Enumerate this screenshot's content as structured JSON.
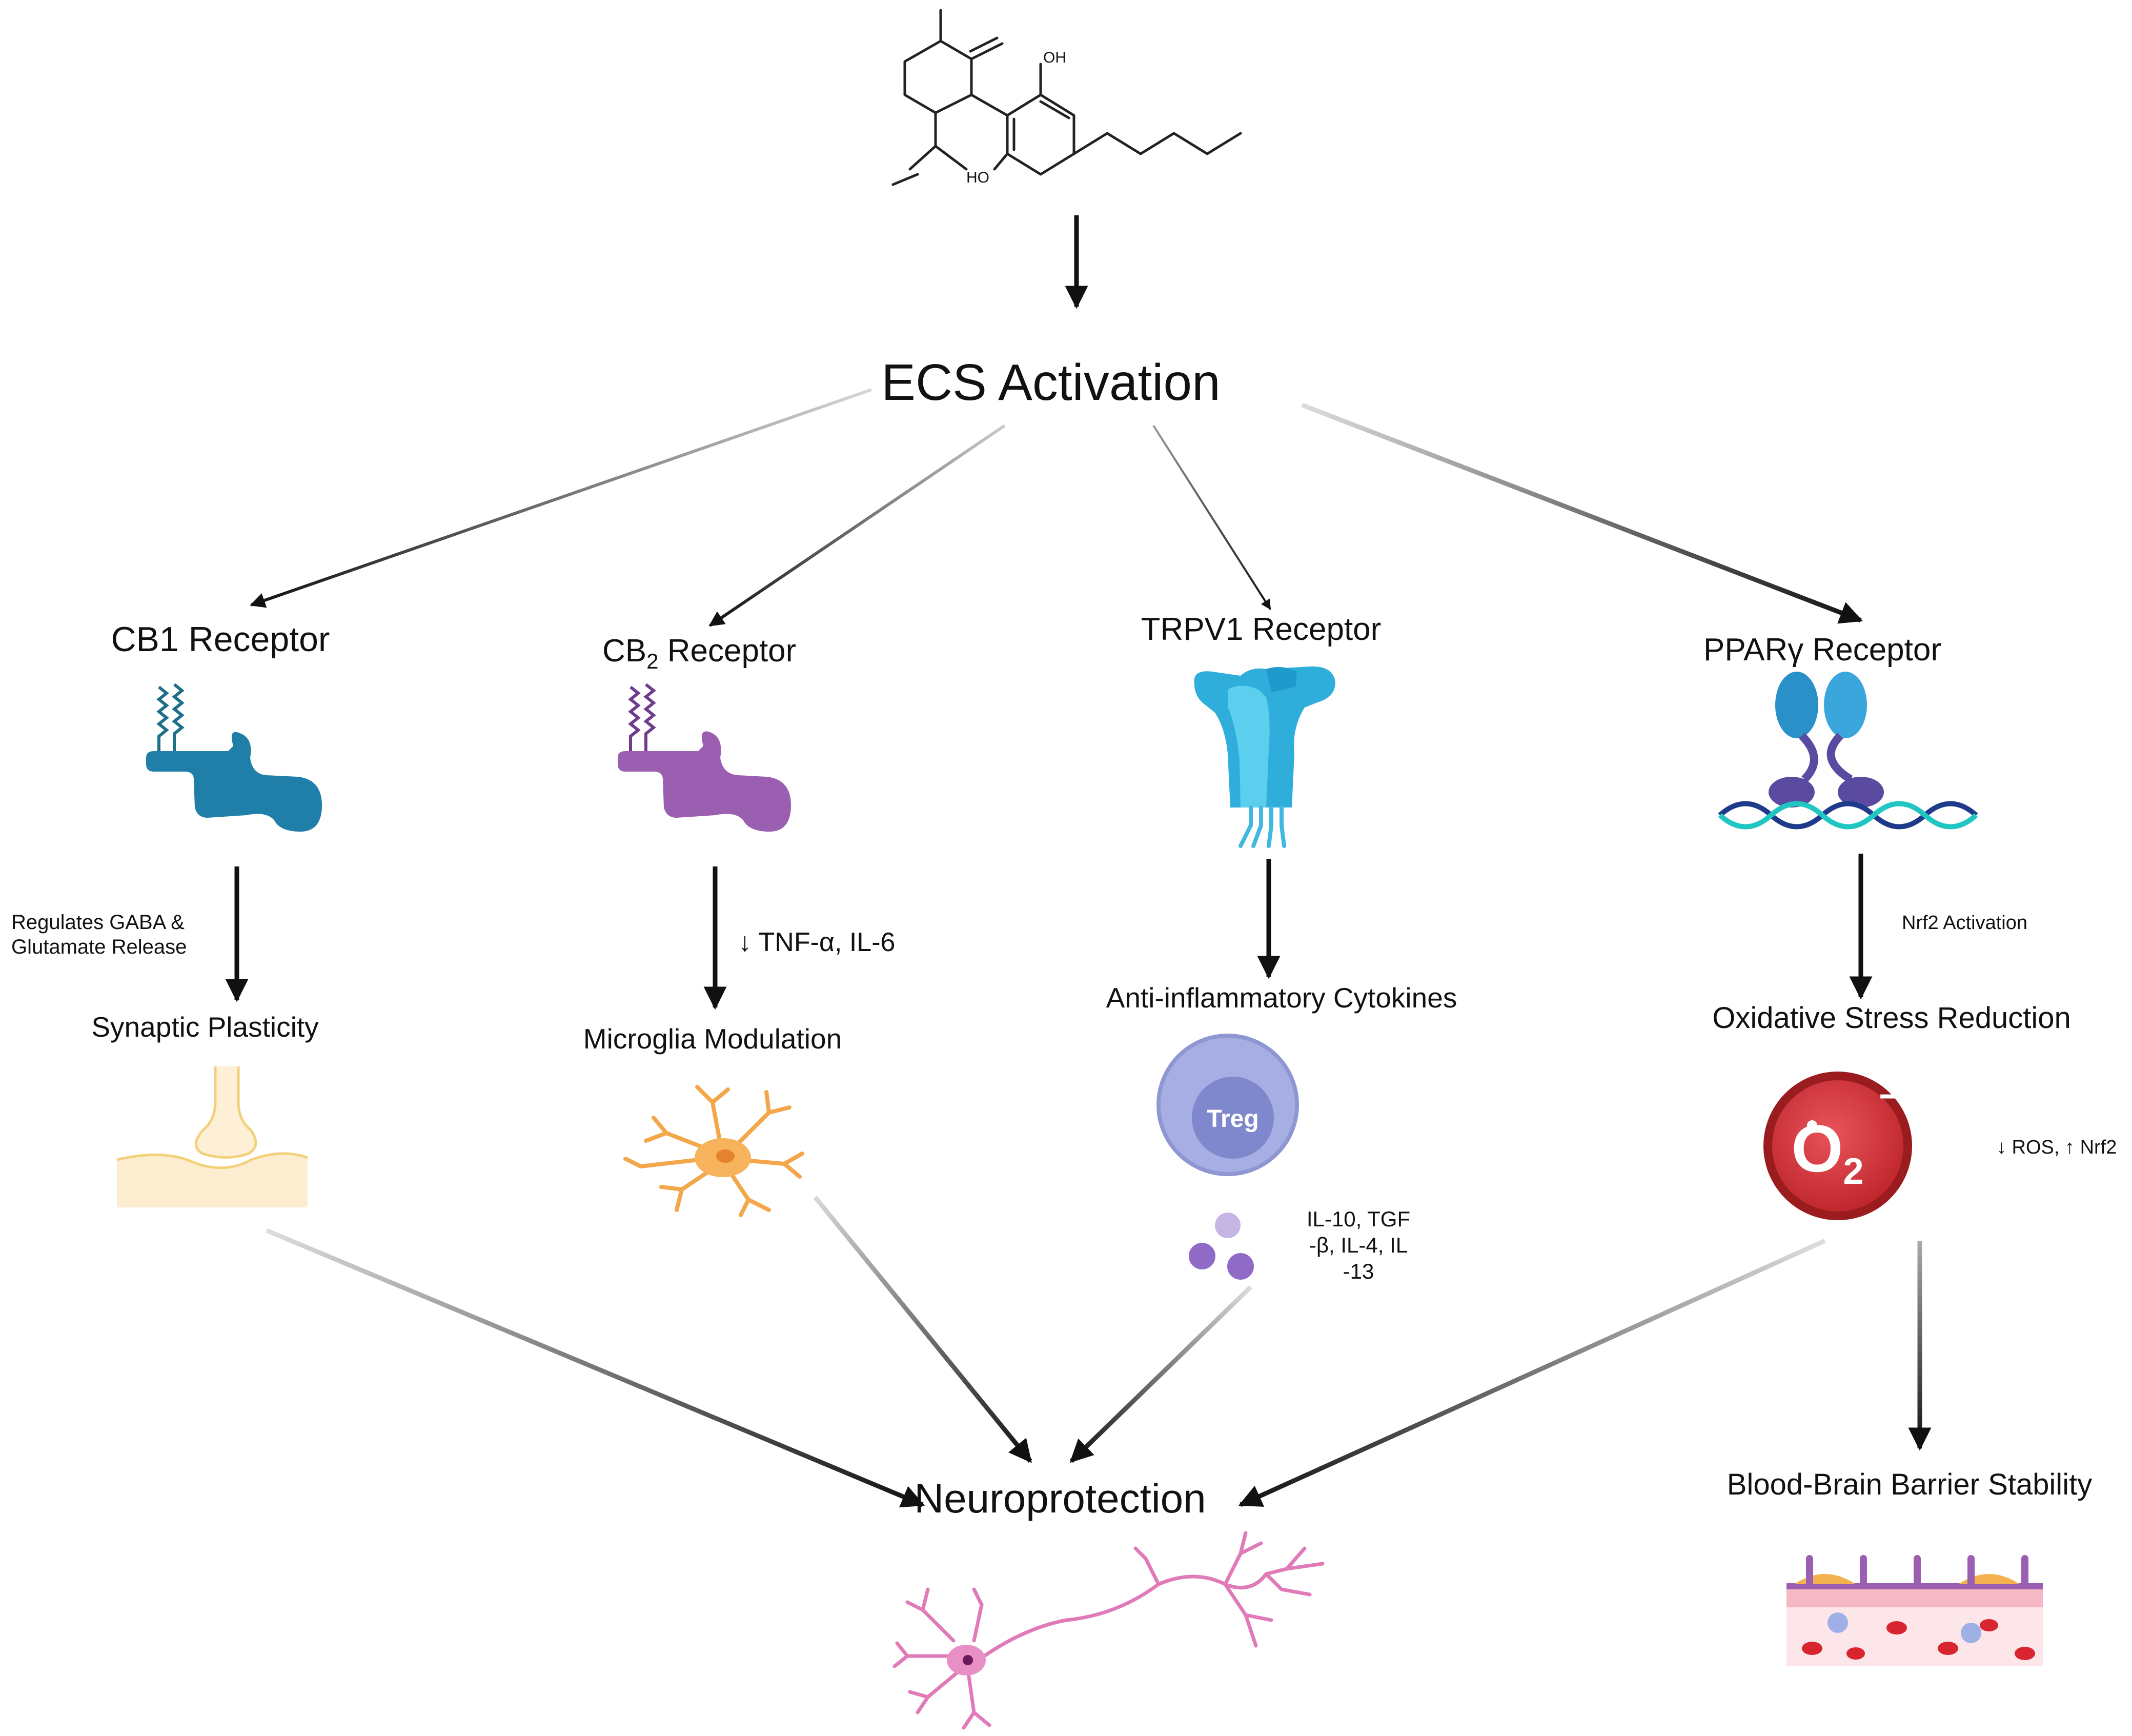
{
  "molecule": {
    "oh_top": "OH",
    "oh_bottom": "HO"
  },
  "center": {
    "title": "ECS Activation"
  },
  "receptors": {
    "cb1": {
      "label": "CB1 Receptor"
    },
    "cb2": {
      "prefix": "CB",
      "subscript": "2",
      "suffix": " Receptor"
    },
    "trpv1": {
      "label": "TRPV1 Receptor"
    },
    "ppar": {
      "label": "PPARγ Receptor"
    }
  },
  "annotations": {
    "cb1_line1": "Regulates GABA &",
    "cb1_line2": "Glutamate Release",
    "cb2": "↓ TNF-α, IL-6",
    "ppar": "Nrf2 Activation",
    "ros": "↓ ROS, ↑ Nrf2",
    "cytokines_line1": "IL-10, TGF",
    "cytokines_line2": "-β, IL-4, IL",
    "cytokines_line3": "-13"
  },
  "outcomes": {
    "synaptic": "Synaptic Plasticity",
    "microglia": "Microglia Modulation",
    "anti_inflammatory": "Anti-inflammatory Cytokines",
    "oxidative": "Oxidative Stress Reduction",
    "bbb": "Blood-Brain Barrier Stability",
    "neuroprotection": "Neuroprotection"
  },
  "icons": {
    "treg": "Treg",
    "o2_base": "O",
    "o2_sub": "2",
    "o2_charge": "–"
  },
  "colors": {
    "cb1": "#1f7fa8",
    "cb2": "#9a5fb0",
    "trpv1": "#41b8e0",
    "ppar": "#2a90c8",
    "treg": "#a7aee3",
    "o2": "#d6353a",
    "neuron": "#e07ab8",
    "microglia": "#f3a64a",
    "synapse": "#fbe6bf"
  }
}
